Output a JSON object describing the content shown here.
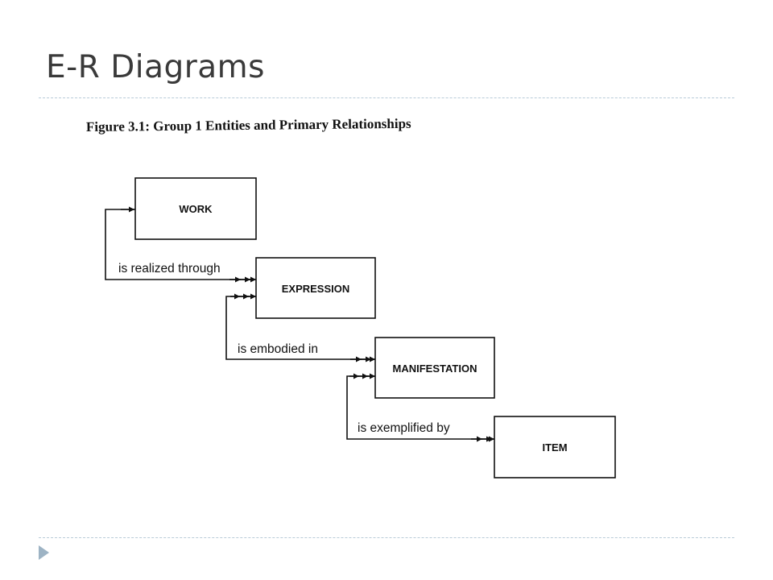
{
  "slide": {
    "title": "E-R Diagrams"
  },
  "figure": {
    "caption": "Figure 3.1:  Group 1 Entities and Primary Relationships",
    "entities": [
      "WORK",
      "EXPRESSION",
      "MANIFESTATION",
      "ITEM"
    ],
    "relationships": [
      "is realized through",
      "is embodied in",
      "is exemplified by"
    ]
  },
  "colors": {
    "title": "#3a3a3a",
    "rule": "#b9cbd8",
    "bullet": "#9db3c4",
    "ink": "#111111"
  }
}
